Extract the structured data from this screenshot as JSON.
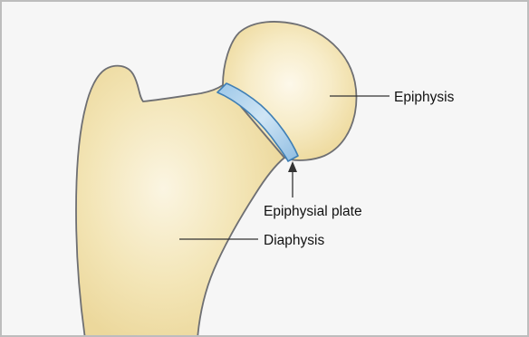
{
  "diagram": {
    "labels": {
      "epiphysis": "Epiphysis",
      "epiphysial_plate": "Epiphysial plate",
      "diaphysis": "Diaphysis"
    },
    "colors": {
      "bone_fill": "#f0dfa6",
      "bone_highlight": "#fbf5e2",
      "bone_outline": "#6e6f73",
      "plate_fill": "#a8d0ec",
      "plate_outline": "#3f7fb5",
      "leader_line": "#333333",
      "background": "#f6f6f6"
    }
  }
}
